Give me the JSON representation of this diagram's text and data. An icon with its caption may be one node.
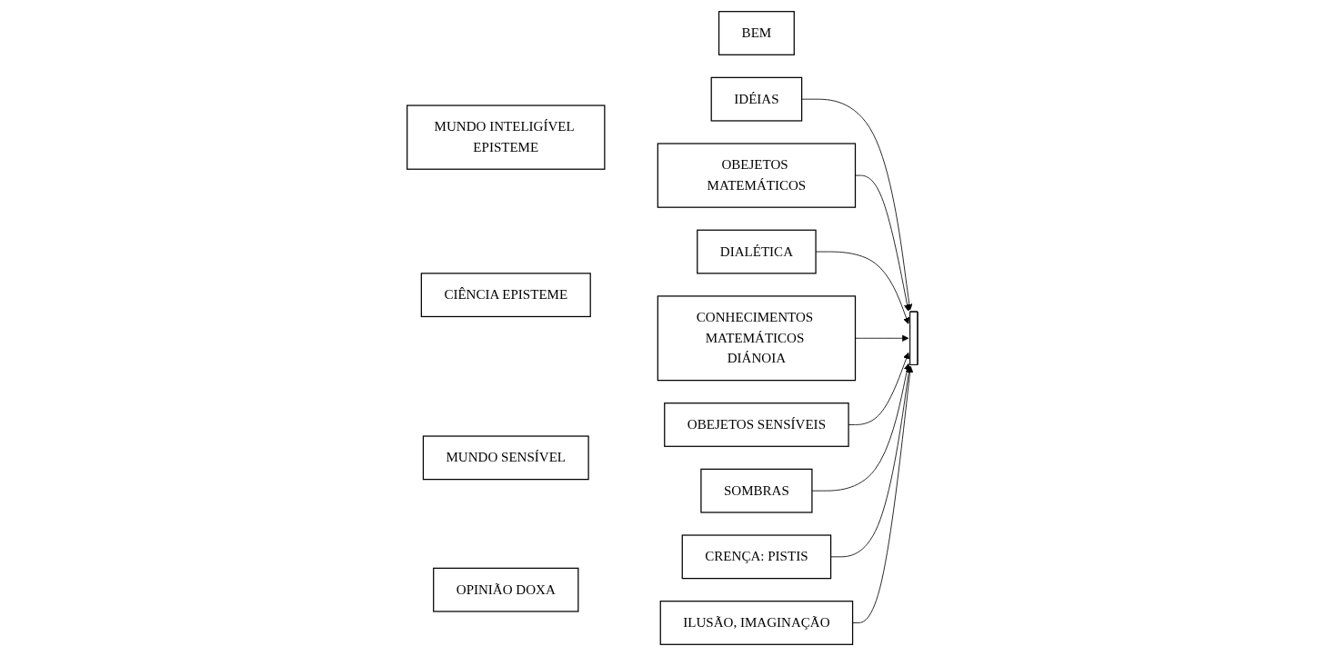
{
  "diagram": {
    "nodes": [
      {
        "text": [
          "BEM"
        ]
      },
      {
        "text": [
          "IDÉIAS"
        ]
      },
      {
        "text": [
          "DIALÉTICA"
        ]
      },
      {
        "text": [
          "MUNDO INTELIGÍVEL EPISTEME"
        ]
      },
      {
        "text": [
          "OBEJETOS MATEMÁTICOS"
        ]
      },
      {
        "text": [
          "CONHECIMENTOS MATEMÁTICOS DIÁNOIA"
        ]
      },
      {
        "text": [
          "CIÊNCIA EPISTEME"
        ]
      },
      {
        "text": [
          "OBEJETOS SENSÍVEIS"
        ]
      },
      {
        "text": [
          "CRENÇA: PISTIS"
        ]
      },
      {
        "text": [
          "MUNDO SENSÍVEL"
        ]
      },
      {
        "text": [
          "SOMBRAS"
        ]
      },
      {
        "text": [
          "ILUSÃO, IMAGINAÇÃO"
        ]
      },
      {
        "text": [
          "OPINIÃO DOXA"
        ]
      },
      {
        "text": [],
        "shape": "bar"
      }
    ],
    "edges": [
      {
        "from": 1,
        "to": 13,
        "arrow": "to"
      },
      {
        "from": 2,
        "to": 13,
        "arrow": "to"
      },
      {
        "from": 4,
        "to": 13,
        "arrow": "to"
      },
      {
        "from": 5,
        "to": 13,
        "arrow": "to"
      },
      {
        "from": 7,
        "to": 13,
        "arrow": "to"
      },
      {
        "from": 8,
        "to": 13,
        "arrow": "to"
      },
      {
        "from": 10,
        "to": 13,
        "arrow": "to"
      },
      {
        "from": 11,
        "to": 13,
        "arrow": "to"
      }
    ]
  }
}
